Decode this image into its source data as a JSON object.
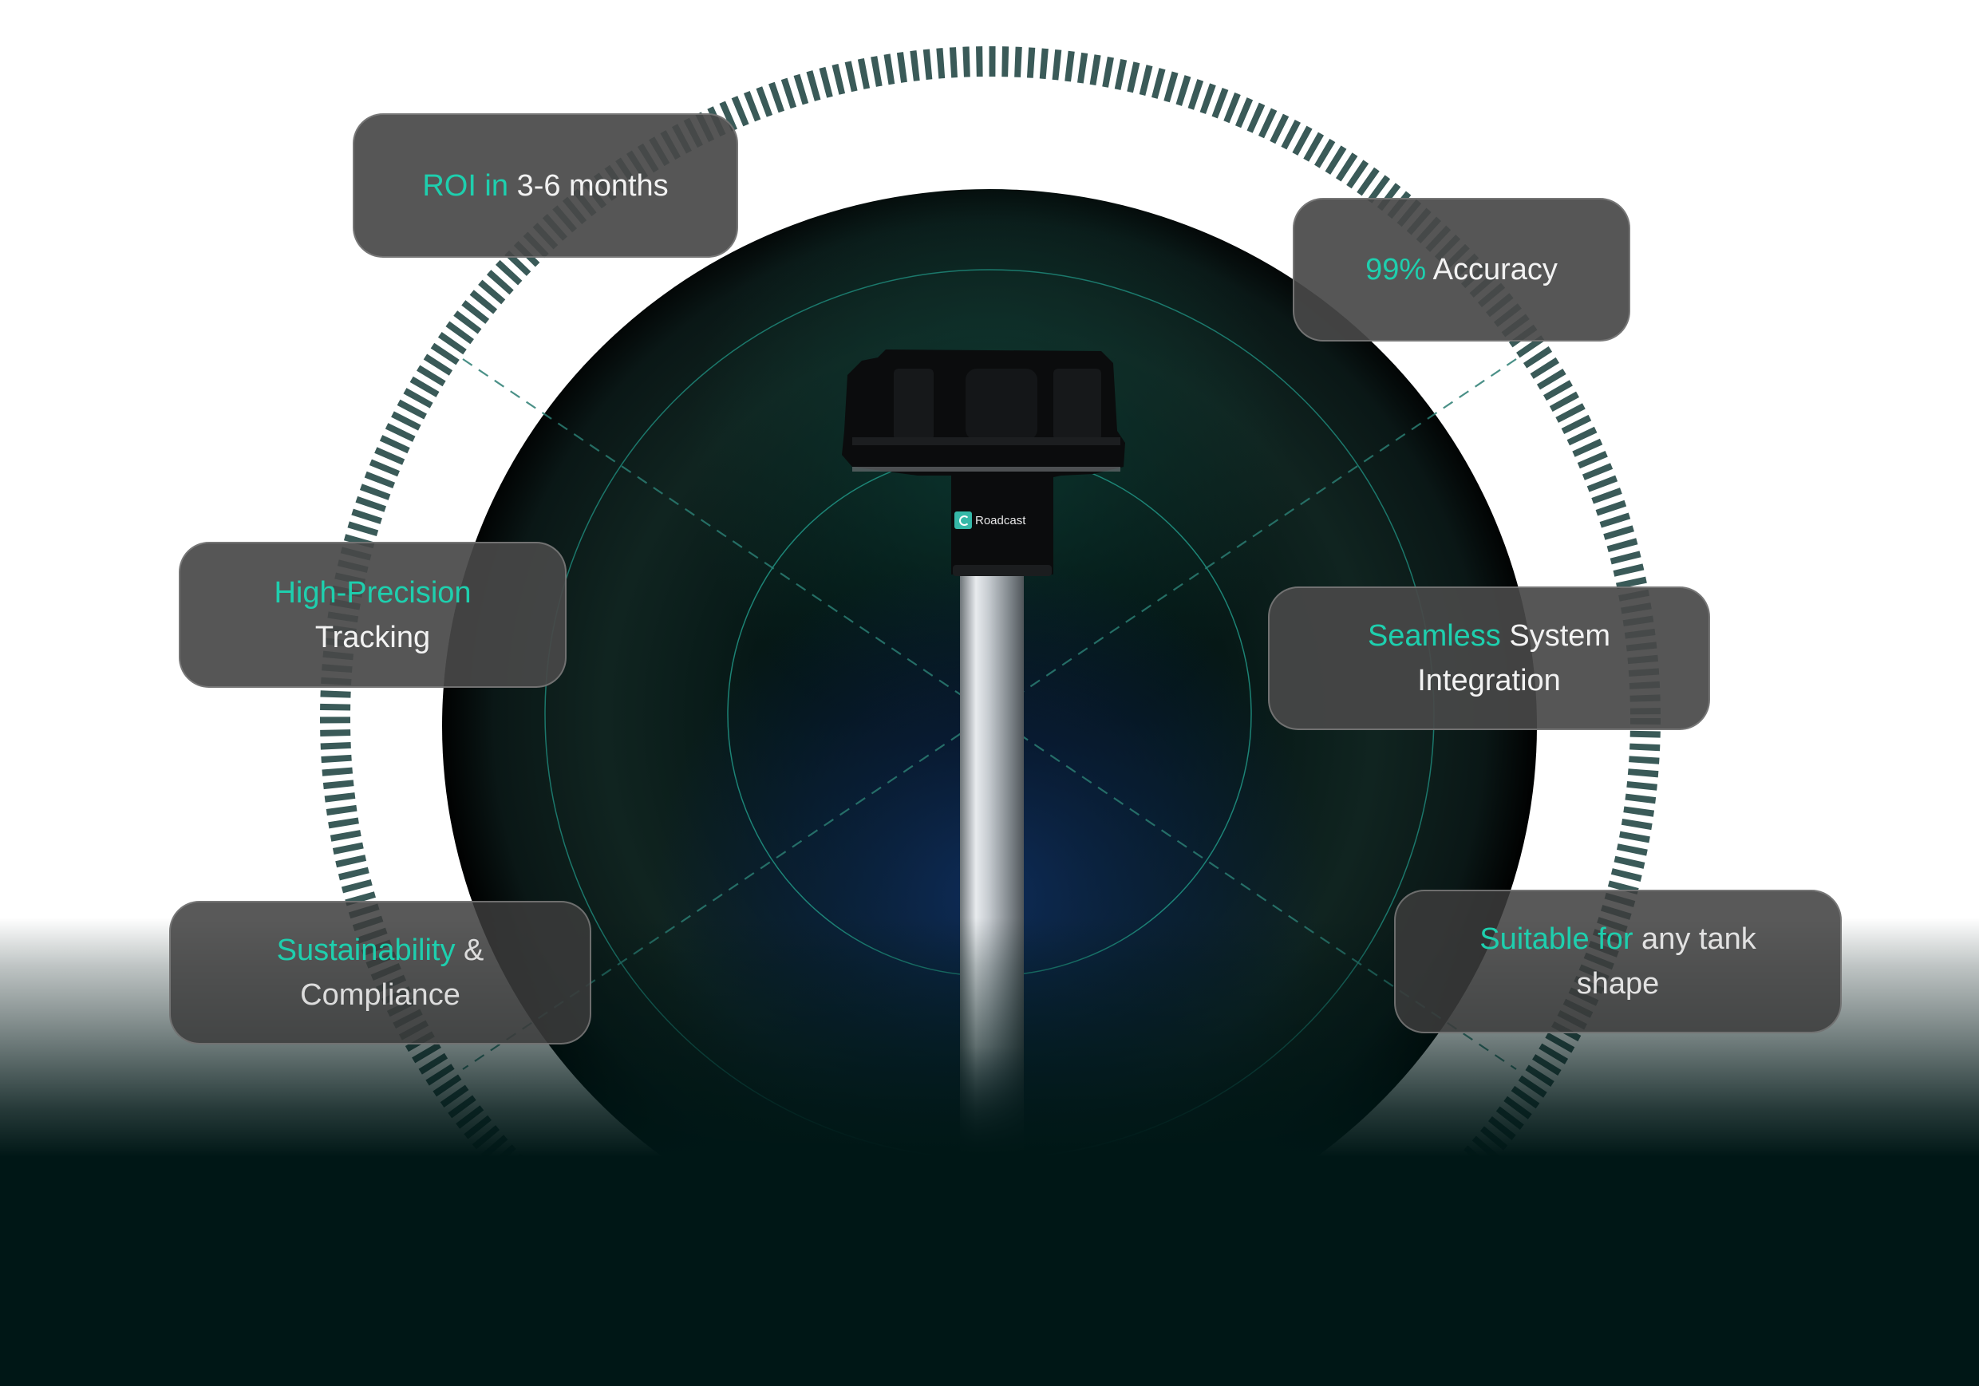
{
  "colors": {
    "accent": "#1ecfae",
    "ring": "#3a5a58",
    "card_bg": "#484848",
    "card_border": "#828282",
    "dark_base": "#001716",
    "inner_blue": "#0d2a52"
  },
  "product": {
    "brand_label": "Roadcast",
    "image": "fuel-level-sensor-probe"
  },
  "features": [
    {
      "highlight": "ROI in",
      "rest": " 3-6 months"
    },
    {
      "highlight": "99%",
      "rest": " Accuracy"
    },
    {
      "highlight": "High-Precision",
      "rest": " Tracking"
    },
    {
      "highlight": "Seamless",
      "rest": " System Integration"
    },
    {
      "highlight": "Sustainability",
      "rest": " & Compliance"
    },
    {
      "highlight": "Suitable for",
      "rest": " any tank shape"
    }
  ]
}
